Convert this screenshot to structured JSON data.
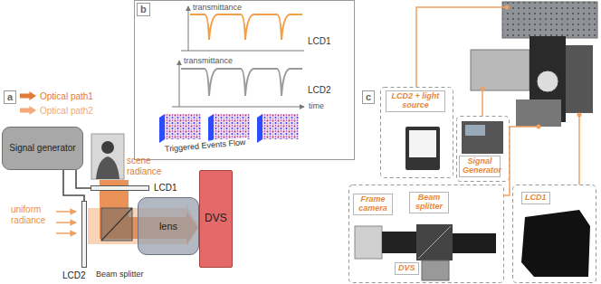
{
  "diagram": {
    "nodes": [
      {
        "text": [
          "Signal generator"
        ]
      },
      {
        "text": [
          "LCD1"
        ]
      },
      {
        "text": [
          "LCD2"
        ]
      },
      {
        "text": [
          "lens"
        ]
      },
      {
        "text": [
          "DVS"
        ]
      },
      {
        "text": [
          "LCD2 + light source"
        ]
      },
      {
        "text": [
          "Signal Generator"
        ]
      },
      {
        "text": [
          "Frame camera"
        ]
      },
      {
        "text": [
          "Beam splitter"
        ]
      },
      {
        "text": [
          "DVS"
        ]
      },
      {
        "text": [
          "LCD1"
        ]
      }
    ],
    "edges": [
      {
        "from": 0,
        "to": 1,
        "arrow": "none"
      },
      {
        "from": 0,
        "to": 2,
        "arrow": "none"
      }
    ],
    "labels": [
      "a",
      "scene radiance",
      "uniform radiance",
      "Beam splitter",
      "b",
      "transmittance",
      "LCD1",
      "transmittance",
      "LCD2",
      "time",
      "Triggered Events Flow",
      "c"
    ],
    "legend": [
      {
        "text": "Optical path1",
        "color": "#e07b39"
      },
      {
        "text": "Optical path2",
        "color": "#f2aa78"
      }
    ]
  }
}
